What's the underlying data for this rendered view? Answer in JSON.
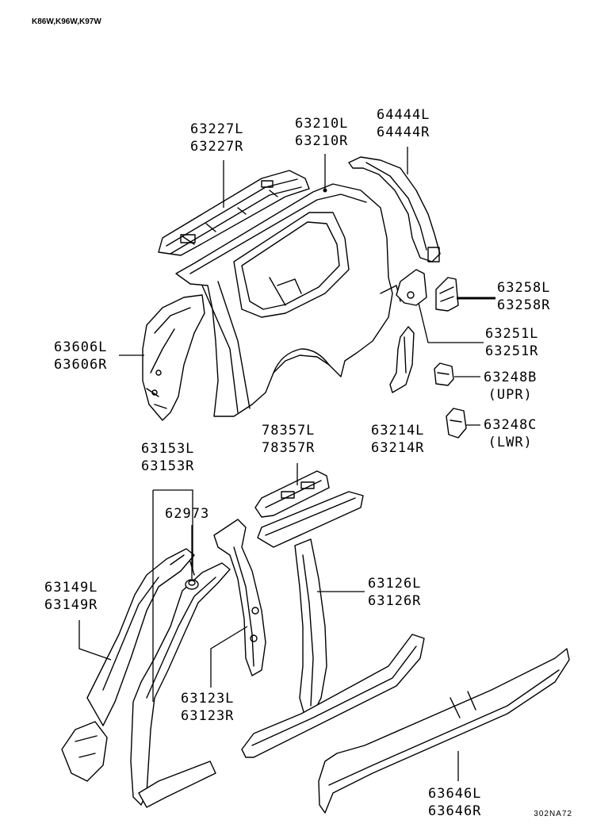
{
  "header": {
    "models": "K86W,K96W,K97W"
  },
  "drawing_code": "302NA72",
  "parts": {
    "p63227": {
      "left": "63227L",
      "right": "63227R"
    },
    "p63210": {
      "left": "63210L",
      "right": "63210R"
    },
    "p64444": {
      "left": "64444L",
      "right": "64444R"
    },
    "p63258": {
      "left": "63258L",
      "right": "63258R"
    },
    "p63251": {
      "left": "63251L",
      "right": "63251R"
    },
    "p63606": {
      "left": "63606L",
      "right": "63606R"
    },
    "p63248b": {
      "number": "63248B",
      "note": "(UPR)"
    },
    "p63248c": {
      "number": "63248C",
      "note": "(LWR)"
    },
    "p63214": {
      "left": "63214L",
      "right": "63214R"
    },
    "p63153": {
      "left": "63153L",
      "right": "63153R"
    },
    "p78357": {
      "left": "78357L",
      "right": "78357R"
    },
    "p62973": {
      "number": "62973"
    },
    "p63149": {
      "left": "63149L",
      "right": "63149R"
    },
    "p63126": {
      "left": "63126L",
      "right": "63126R"
    },
    "p63123": {
      "left": "63123L",
      "right": "63123R"
    },
    "p63646": {
      "left": "63646L",
      "right": "63646R"
    }
  }
}
